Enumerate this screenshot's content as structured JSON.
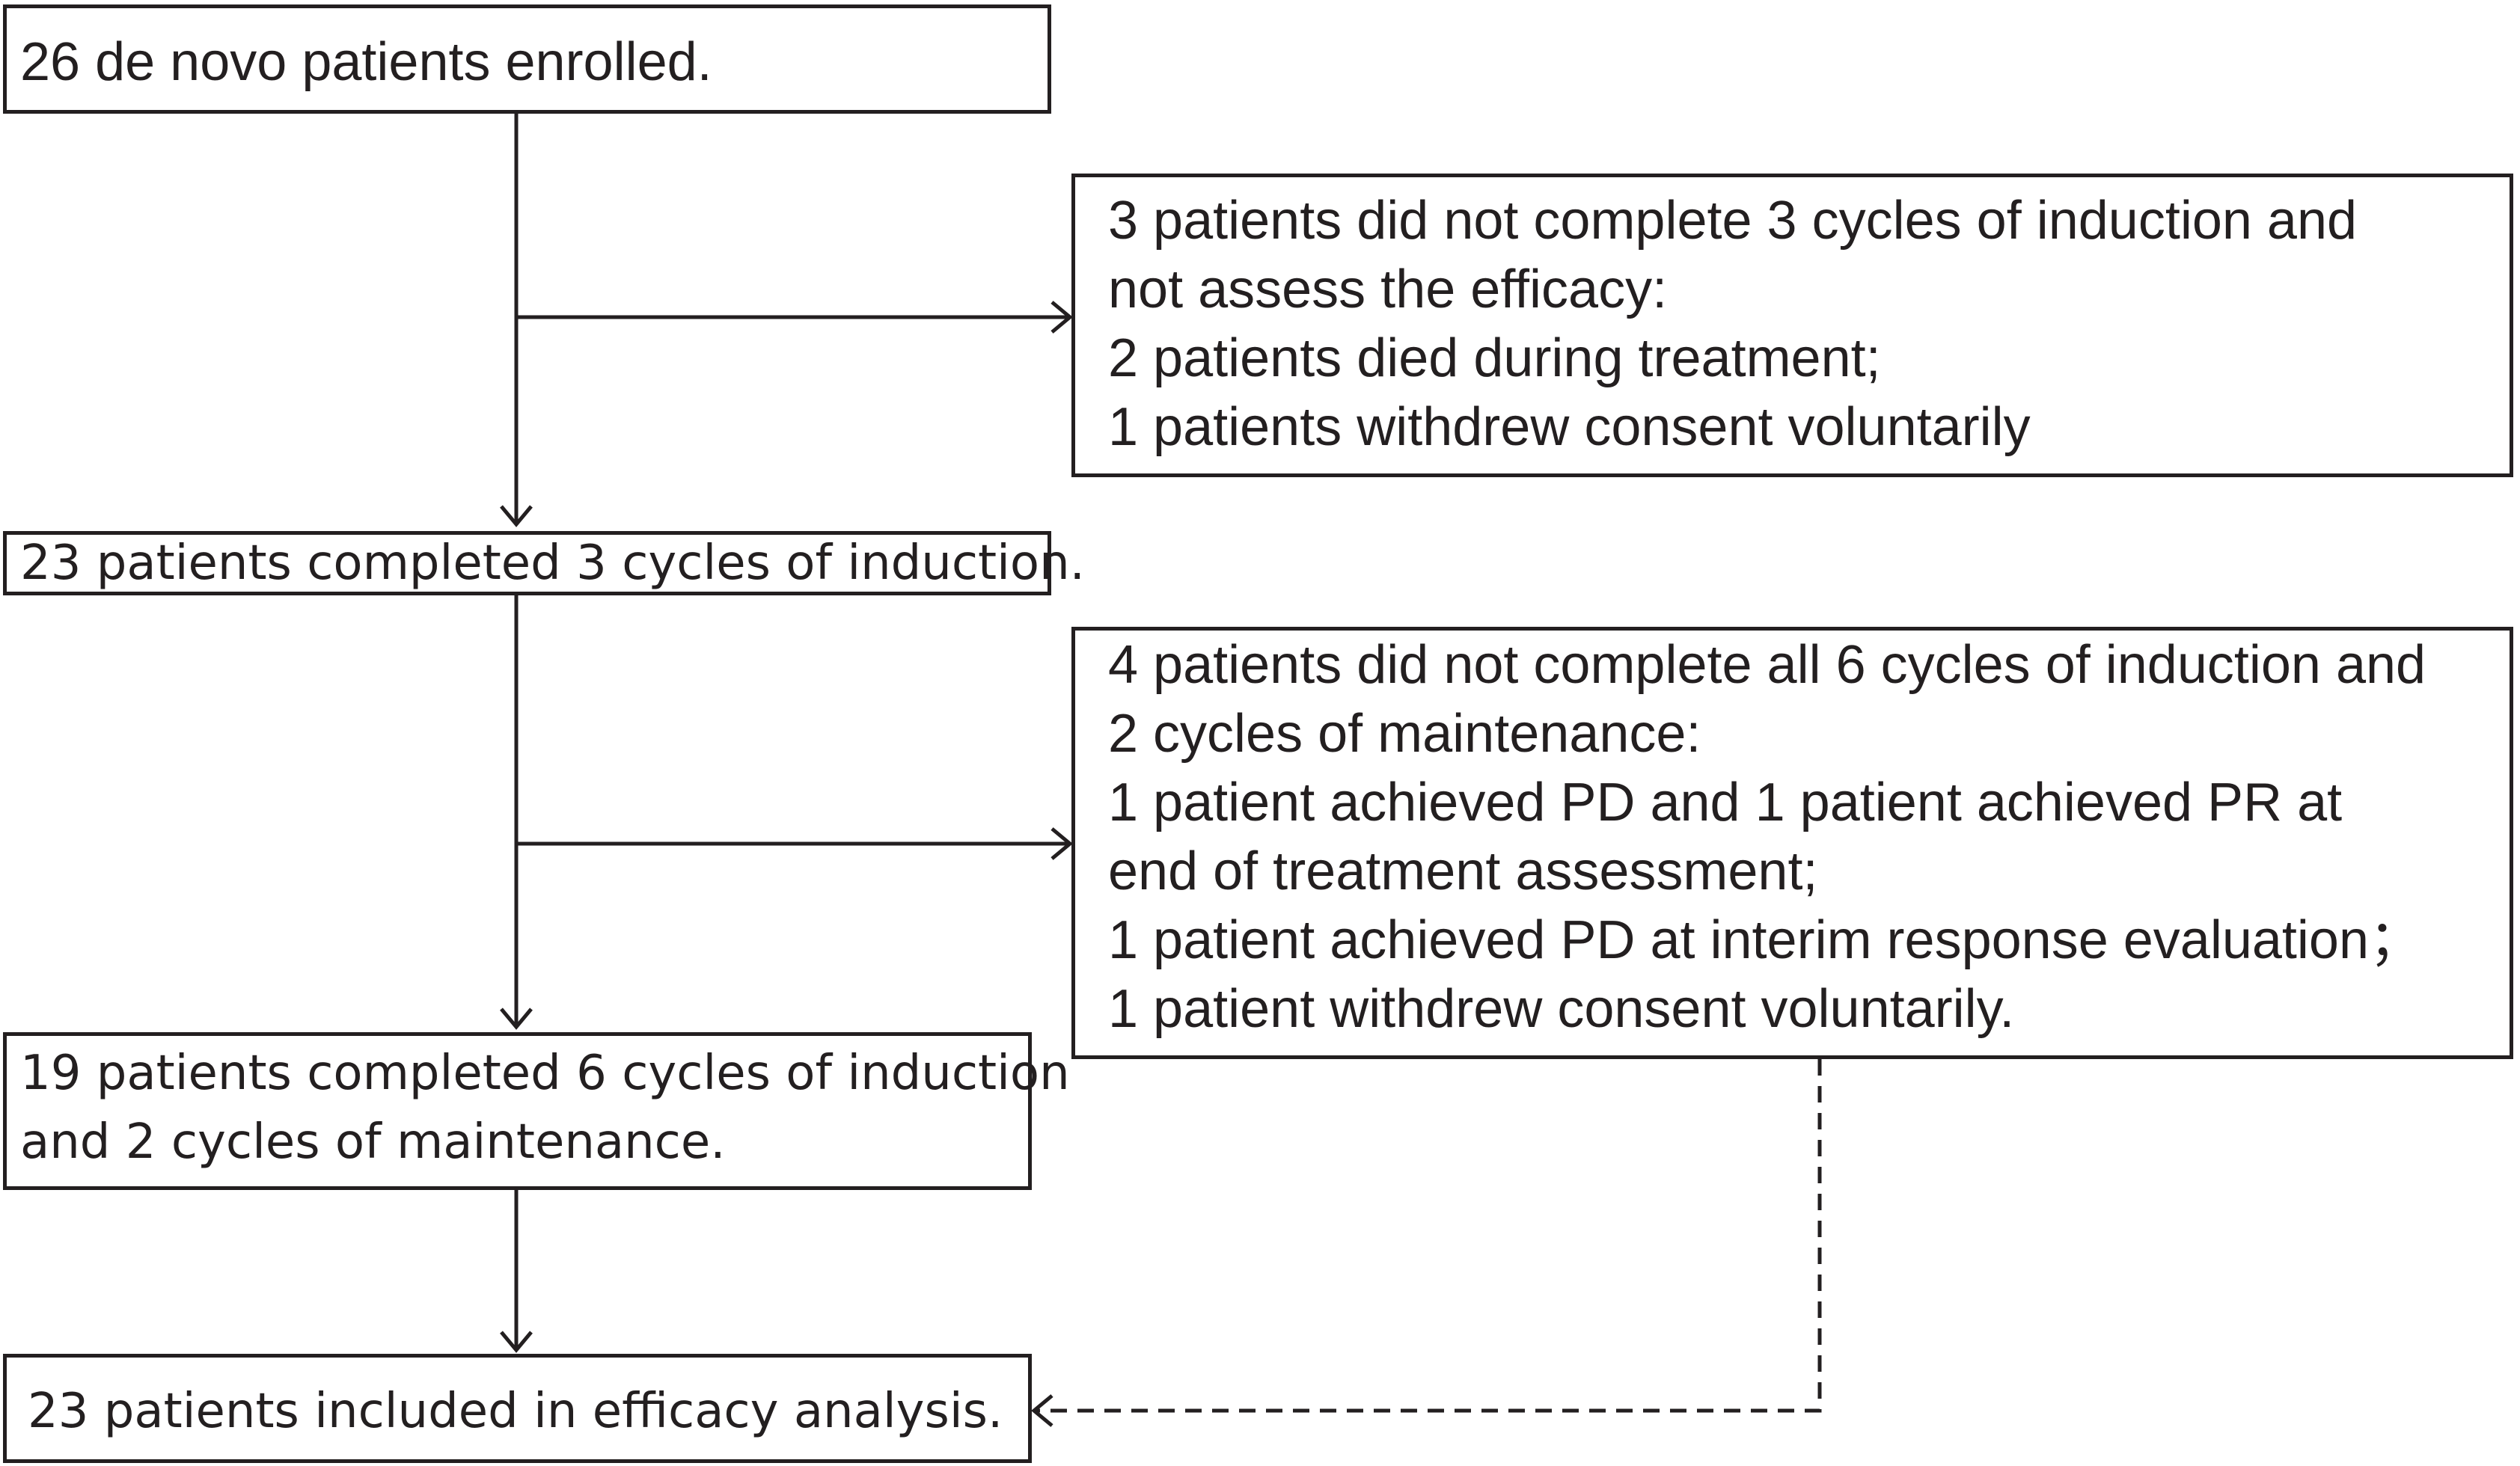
{
  "flowchart": {
    "enrolled": "26 de novo patients enrolled.",
    "exclusion_1": {
      "lines": [
        "3 patients did not complete 3 cycles of induction and",
        "not assess the efficacy:",
        "2 patients died during treatment;",
        "1 patients withdrew consent voluntarily"
      ]
    },
    "completed_3_cycles": "23 patients completed 3 cycles of induction.",
    "exclusion_2": {
      "lines": [
        "4 patients did not complete all 6 cycles of induction and",
        "2 cycles of maintenance:",
        "1 patient achieved PD and 1 patient achieved PR at",
        "end of treatment assessment;",
        "1 patient achieved PD at interim response evaluation；",
        "1 patient withdrew consent voluntarily."
      ]
    },
    "completed_all_cycles": {
      "lines": [
        "19 patients completed 6 cycles of induction",
        "and 2 cycles of maintenance."
      ]
    },
    "efficacy_analysis": "23 patients included in efficacy analysis."
  },
  "colors": {
    "stroke": "#231f20",
    "background": "#ffffff"
  }
}
